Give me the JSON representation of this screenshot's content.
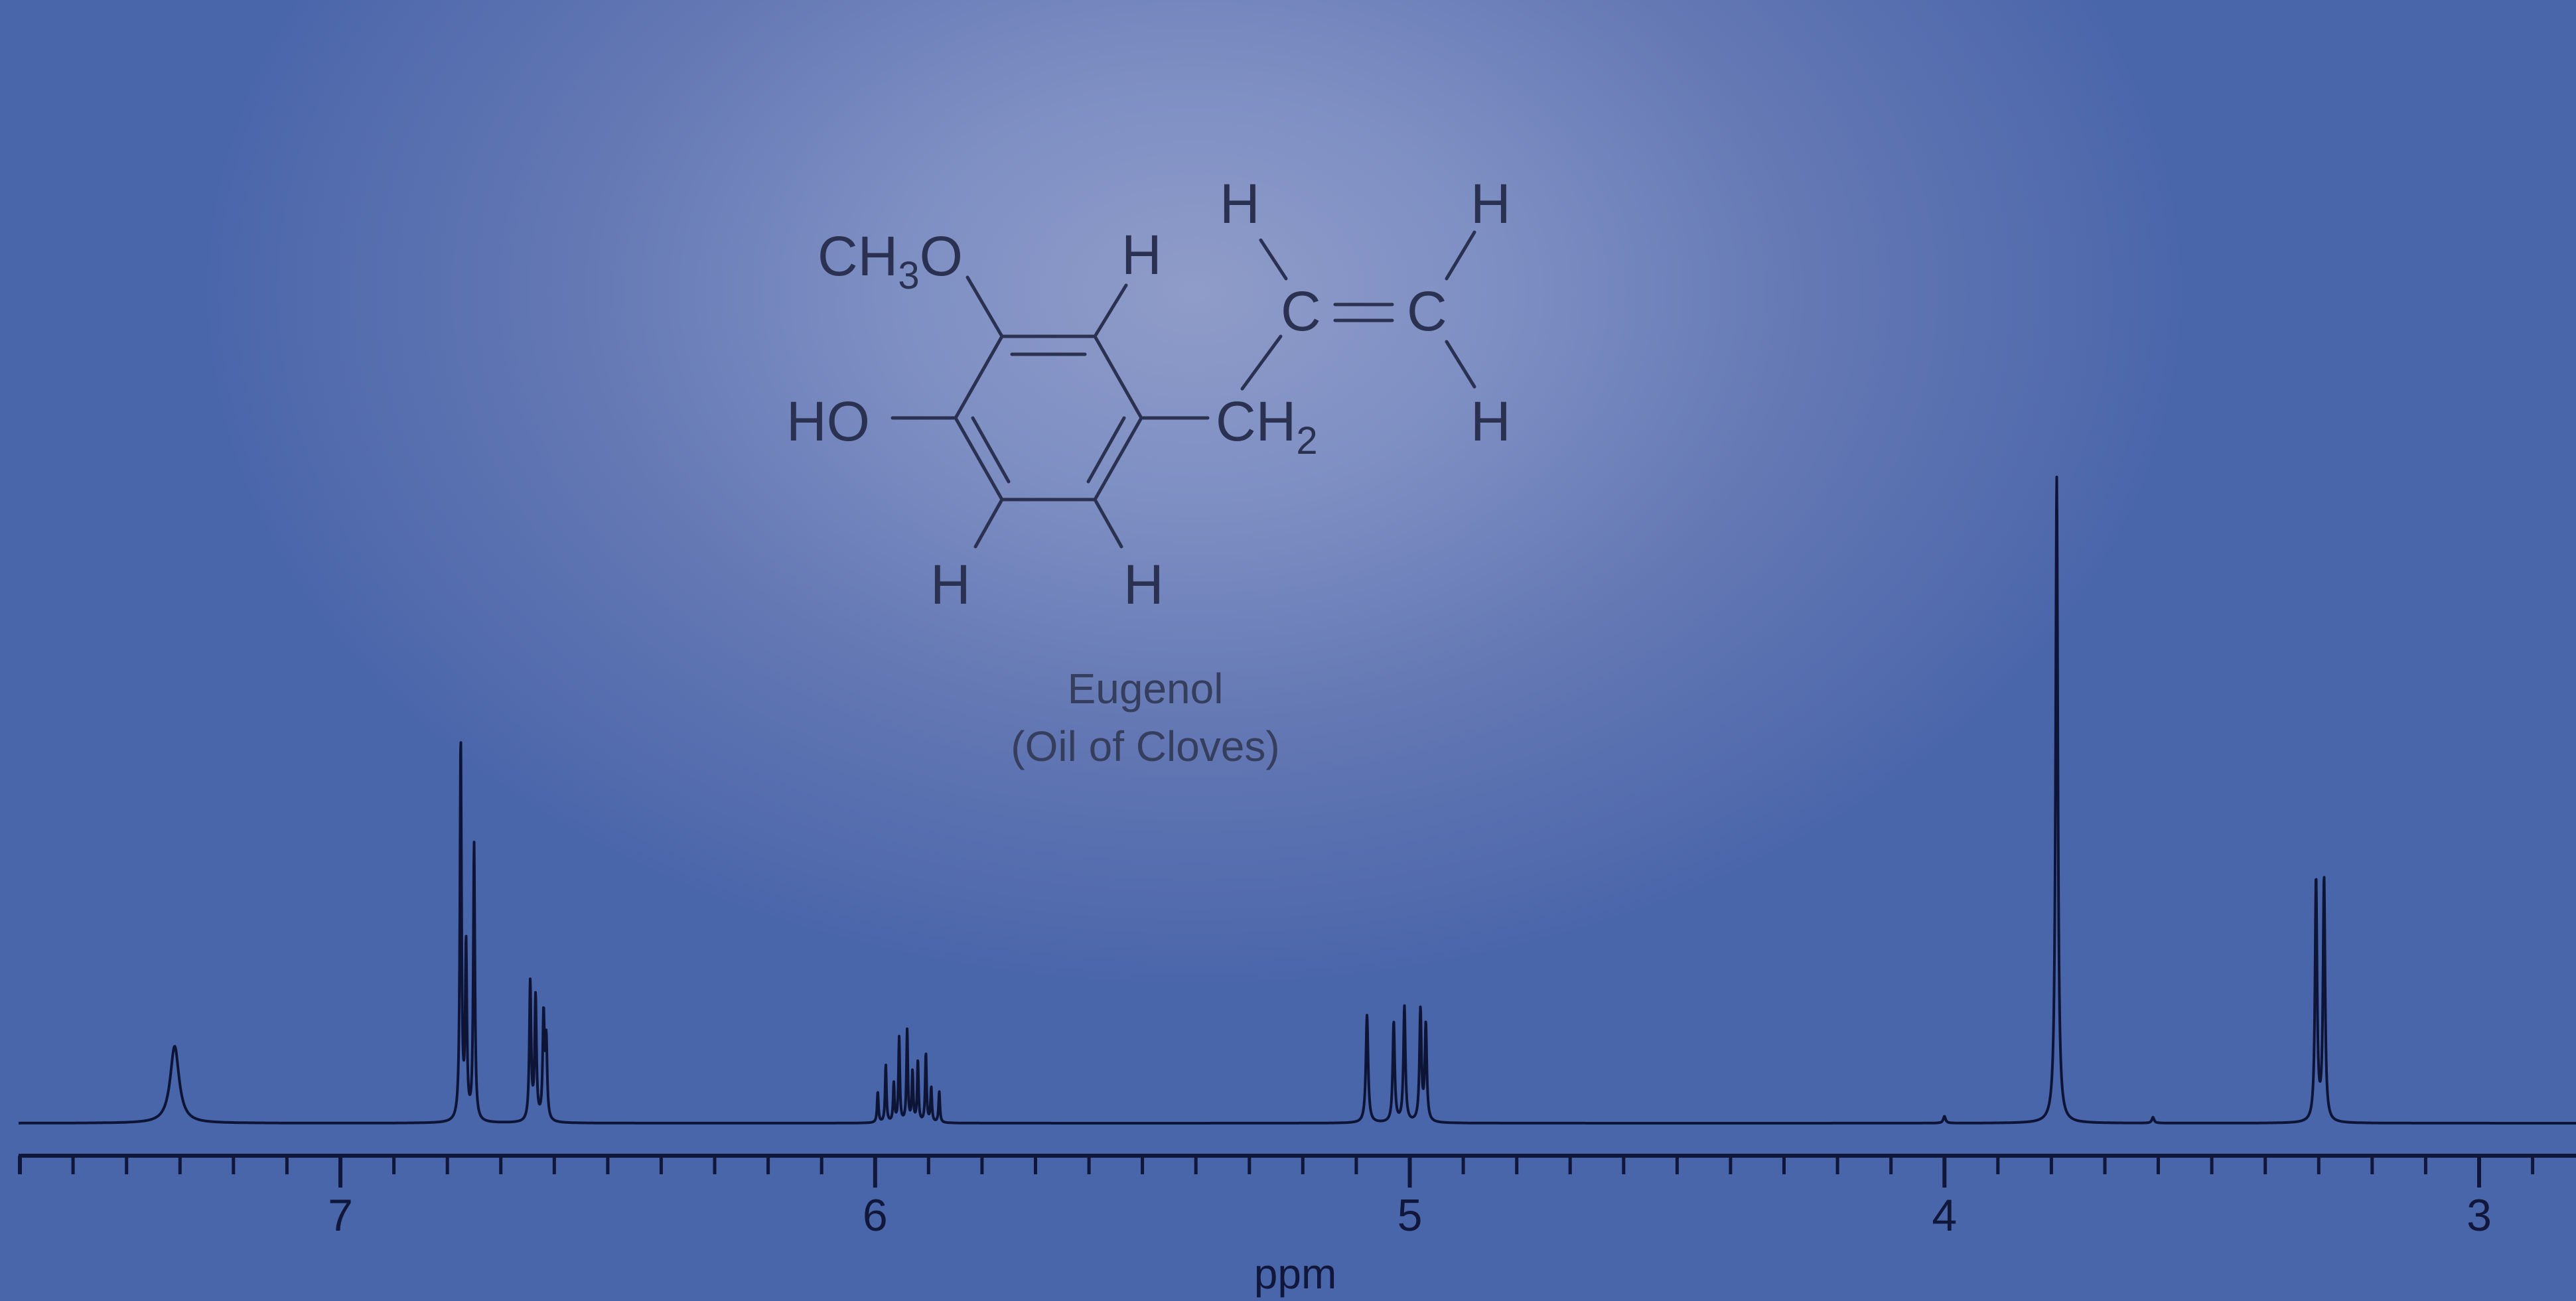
{
  "molecule": {
    "name": "Eugenol",
    "common_name": "(Oil of Cloves)",
    "atoms": {
      "methoxy_main": "CH",
      "methoxy_sub": "3",
      "methoxy_tail": "O",
      "hydroxyl": "HO",
      "methylene_main": "CH",
      "methylene_sub": "2",
      "vinyl_c1": "C",
      "vinyl_c2": "C",
      "h_ring_top": "H",
      "h_ring_bottom_left": "H",
      "h_ring_bottom_right": "H",
      "h_vinyl_c1": "H",
      "h_vinyl_top": "H",
      "h_vinyl_bottom": "H"
    }
  },
  "colors": {
    "spectrum_line": "#0e1436",
    "structure_ink": "#2b3150",
    "background_center": "#8f9cc9",
    "background_edge": "#4a66aa"
  },
  "chart_data": {
    "type": "line",
    "title": "",
    "xlabel": "ppm",
    "ylabel": "",
    "x_reversed": true,
    "xlim": [
      7.6,
      2.8
    ],
    "ylim": [
      0,
      1
    ],
    "grid": false,
    "x_major_ticks": [
      7,
      6,
      5,
      4,
      3
    ],
    "x_tick_labels": [
      "7",
      "6",
      "5",
      "4",
      "3"
    ],
    "x_minor_tick_step": 0.1,
    "peaks": [
      {
        "ppm": 7.31,
        "height": 0.2,
        "width": 0.01
      },
      {
        "ppm": 6.775,
        "height": 0.99,
        "width": 0.0018
      },
      {
        "ppm": 6.765,
        "height": 0.45,
        "width": 0.0018
      },
      {
        "ppm": 6.75,
        "height": 0.72,
        "width": 0.0018
      },
      {
        "ppm": 6.645,
        "height": 0.36,
        "width": 0.002
      },
      {
        "ppm": 6.635,
        "height": 0.32,
        "width": 0.002
      },
      {
        "ppm": 6.62,
        "height": 0.27,
        "width": 0.002
      },
      {
        "ppm": 6.615,
        "height": 0.2,
        "width": 0.002
      },
      {
        "ppm": 5.995,
        "height": 0.08,
        "width": 0.0015
      },
      {
        "ppm": 5.98,
        "height": 0.15,
        "width": 0.0015
      },
      {
        "ppm": 5.965,
        "height": 0.1,
        "width": 0.0015
      },
      {
        "ppm": 5.955,
        "height": 0.22,
        "width": 0.0015
      },
      {
        "ppm": 5.94,
        "height": 0.24,
        "width": 0.0015
      },
      {
        "ppm": 5.93,
        "height": 0.13,
        "width": 0.0015
      },
      {
        "ppm": 5.92,
        "height": 0.16,
        "width": 0.0015
      },
      {
        "ppm": 5.905,
        "height": 0.18,
        "width": 0.0015
      },
      {
        "ppm": 5.895,
        "height": 0.09,
        "width": 0.0015
      },
      {
        "ppm": 5.88,
        "height": 0.08,
        "width": 0.0015
      },
      {
        "ppm": 5.08,
        "height": 0.28,
        "width": 0.0025
      },
      {
        "ppm": 5.03,
        "height": 0.26,
        "width": 0.0022
      },
      {
        "ppm": 5.01,
        "height": 0.3,
        "width": 0.0022
      },
      {
        "ppm": 4.98,
        "height": 0.29,
        "width": 0.0022
      },
      {
        "ppm": 4.97,
        "height": 0.25,
        "width": 0.0022
      },
      {
        "ppm": 4.0,
        "height": 0.018,
        "width": 0.0025
      },
      {
        "ppm": 3.79,
        "height": 1.68,
        "width": 0.0025
      },
      {
        "ppm": 3.61,
        "height": 0.015,
        "width": 0.0025
      },
      {
        "ppm": 3.305,
        "height": 0.63,
        "width": 0.0023
      },
      {
        "ppm": 3.29,
        "height": 0.63,
        "width": 0.0023
      }
    ]
  }
}
